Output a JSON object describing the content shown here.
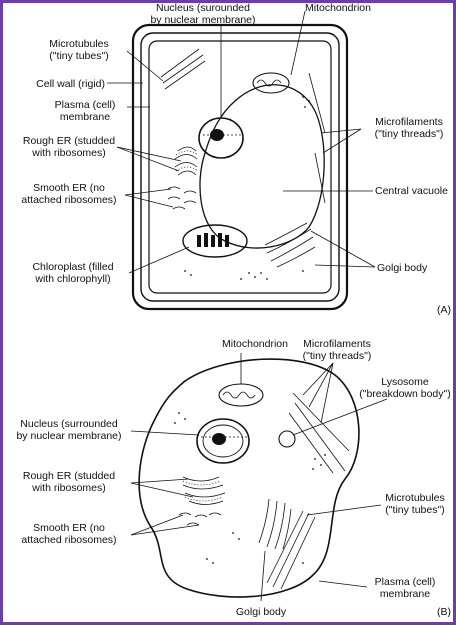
{
  "figure_a": {
    "panel_label": "(A)",
    "labels": {
      "nucleus_1": "Nucleus (surounded",
      "nucleus_2": "by nuclear membrane)",
      "mito": "Mitochondrion",
      "microtubules_1": "Microtubules",
      "microtubules_2": "(\"tiny tubes\")",
      "cellwall": "Cell wall (rigid)",
      "plasma_1": "Plasma (cell)",
      "plasma_2": "membrane",
      "rougher_1": "Rough ER (studded",
      "rougher_2": "with ribosomes)",
      "smoother_1": "Smooth ER (no",
      "smoother_2": "attached ribosomes)",
      "chloro_1": "Chloroplast (filled",
      "chloro_2": "with chlorophyll)",
      "microfil_1": "Microfilaments",
      "microfil_2": "(\"tiny threads\")",
      "vacuole": "Central vacuole",
      "golgi": "Golgi body"
    }
  },
  "figure_b": {
    "panel_label": "(B)",
    "labels": {
      "mito": "Mitochondrion",
      "microfil_1": "Microfilaments",
      "microfil_2": "(\"tiny threads\")",
      "lysosome_1": "Lysosome",
      "lysosome_2": "(\"breakdown body\")",
      "nucleus_1": "Nucleus (surrounded",
      "nucleus_2": "by nuclear membrane)",
      "rougher_1": "Rough ER (studded",
      "rougher_2": "with ribosomes)",
      "microtubules_1": "Microtubules",
      "microtubules_2": "(\"tiny tubes\")",
      "smoother_1": "Smooth ER (no",
      "smoother_2": "attached ribosomes)",
      "plasma_1": "Plasma (cell)",
      "plasma_2": "membrane",
      "golgi": "Golgi body"
    }
  }
}
